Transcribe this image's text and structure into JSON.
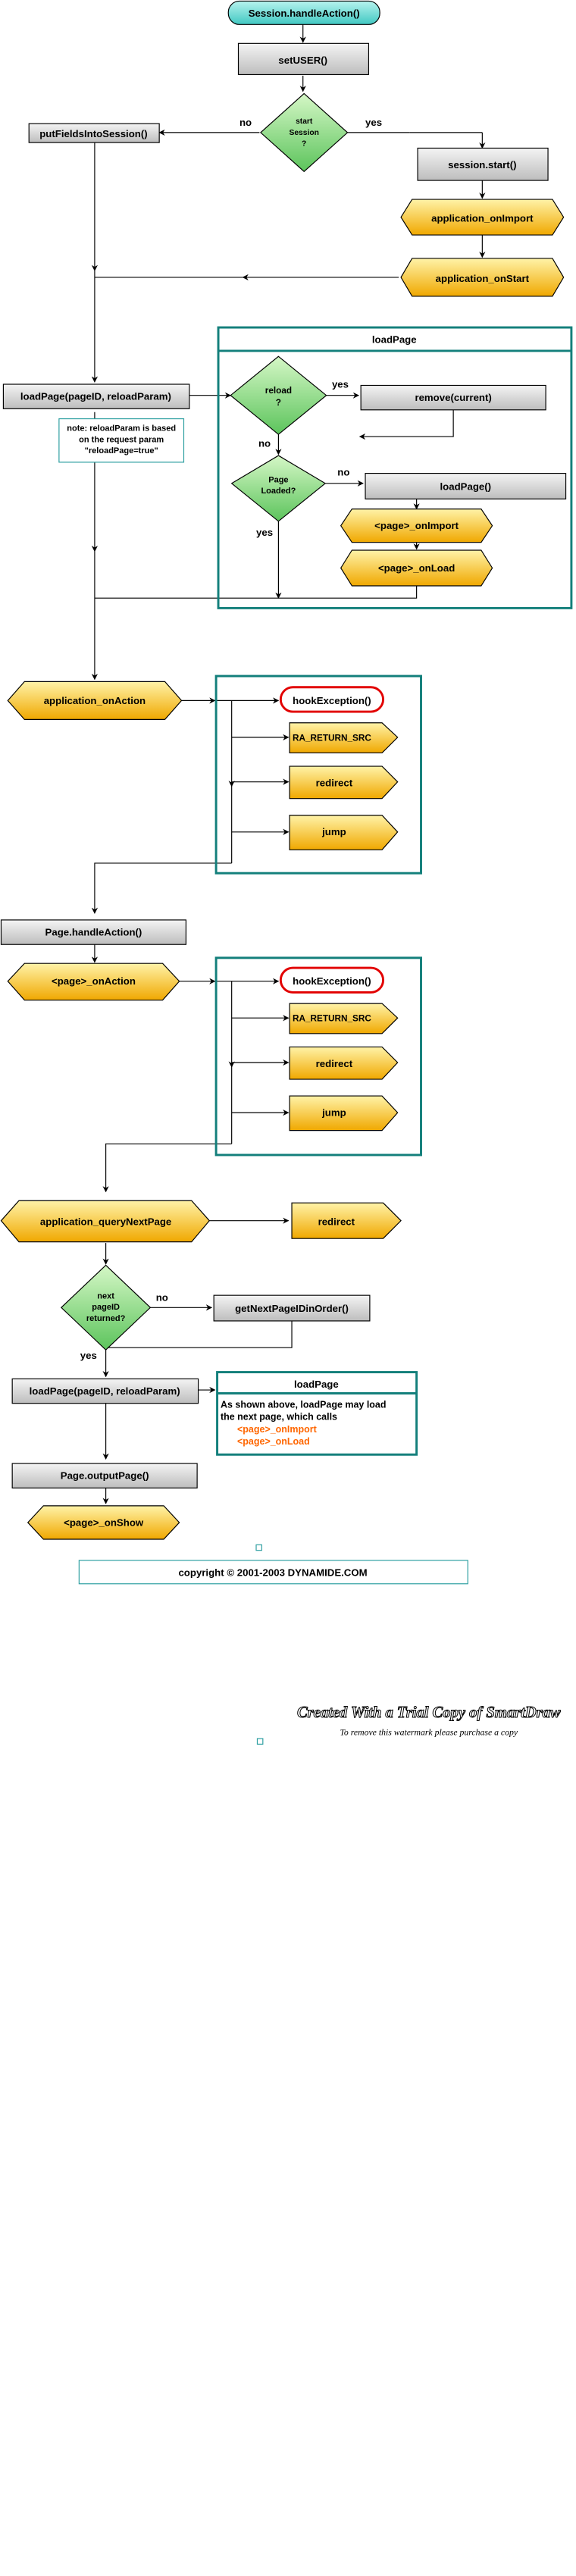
{
  "flow": {
    "start": "Session.handleAction()",
    "set_user": "setUSER()",
    "start_session_question": [
      "start",
      "Session",
      "?"
    ],
    "yes": "yes",
    "no": "no",
    "put_fields": "putFieldsIntoSession()",
    "session_start": "session.start()",
    "app_on_import": "application_onImport",
    "app_on_start": "application_onStart",
    "load_page_call": "loadPage(pageID, reloadParam)",
    "reload_note": [
      "note: reloadParam is based",
      "on the request param",
      "\"reloadPage=true\""
    ],
    "load_page_group_title": "loadPage",
    "reload_question": [
      "reload",
      "?"
    ],
    "remove_current": "remove(current)",
    "page_loaded_question": [
      "Page",
      "Loaded?"
    ],
    "load_page_inner": "loadPage()",
    "page_on_import": "<page>_onImport",
    "page_on_load": "<page>_onLoad",
    "app_on_action": "application_onAction",
    "hook_exception": "hookException()",
    "ra_return_src": "RA_RETURN_SRC",
    "redirect": "redirect",
    "jump": "jump",
    "page_handle_action": "Page.handleAction()",
    "page_on_action": "<page>_onAction",
    "app_query_next_page": "application_queryNextPage",
    "next_pageid_question": [
      "next",
      "pageID",
      "returned?"
    ],
    "get_next_page_id": "getNextPageIDinOrder()",
    "load_page_again": "loadPage(pageID, reloadParam)",
    "load_page_note_title": "loadPage",
    "load_page_note_text": [
      "As shown above, loadPage may load",
      "the next page, which calls"
    ],
    "load_page_note_calls": [
      "<page>_onImport",
      "<page>_onLoad"
    ],
    "page_output": "Page.outputPage()",
    "page_on_show": "<page>_onShow",
    "copyright": "copyright © 2001-2003 DYNAMIDE.COM"
  },
  "watermark": {
    "title": "Created With a Trial Copy of SmartDraw",
    "subtitle": "To remove this watermark please purchase a copy"
  },
  "colors": {
    "frame": "#137f7b",
    "hook_outline": "#e20000",
    "highlight_text": "#ff6600",
    "start_fill": "#5fd6d1"
  }
}
